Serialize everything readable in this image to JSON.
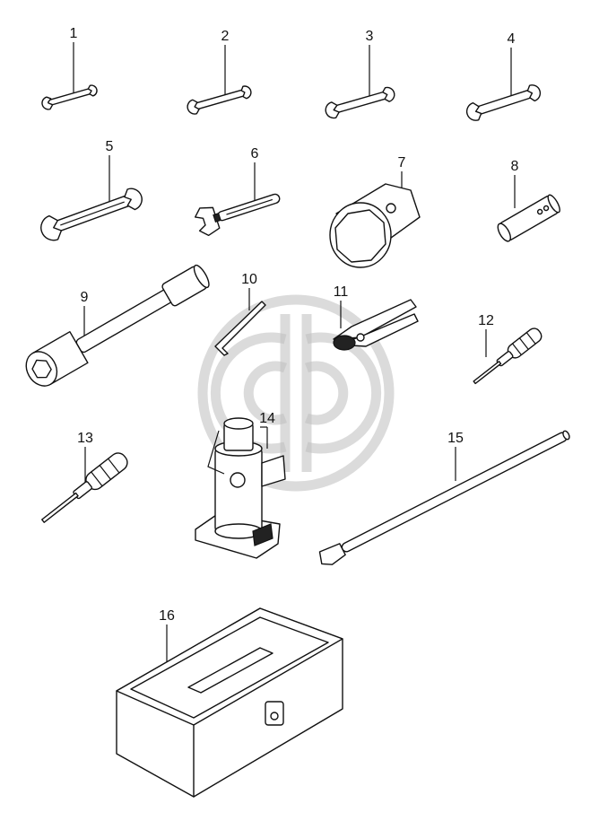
{
  "diagram": {
    "watermark_icon": "circle-cd-logo-watermark",
    "parts": [
      {
        "number": "1",
        "icon": "double-open-end-wrench-icon"
      },
      {
        "number": "2",
        "icon": "double-open-end-wrench-icon"
      },
      {
        "number": "3",
        "icon": "double-open-end-wrench-icon"
      },
      {
        "number": "4",
        "icon": "double-open-end-wrench-icon"
      },
      {
        "number": "5",
        "icon": "double-open-end-wrench-icon"
      },
      {
        "number": "6",
        "icon": "adjustable-wrench-icon"
      },
      {
        "number": "7",
        "icon": "octagonal-box-spanner-icon"
      },
      {
        "number": "8",
        "icon": "tube-socket-spanner-icon"
      },
      {
        "number": "9",
        "icon": "wheel-nut-socket-wrench-icon"
      },
      {
        "number": "10",
        "icon": "hex-key-icon"
      },
      {
        "number": "11",
        "icon": "pliers-icon"
      },
      {
        "number": "12",
        "icon": "screwdriver-icon"
      },
      {
        "number": "13",
        "icon": "screwdriver-icon"
      },
      {
        "number": "14",
        "icon": "bottle-jack-icon"
      },
      {
        "number": "15",
        "icon": "jack-handle-bar-icon"
      },
      {
        "number": "16",
        "icon": "tool-box-icon"
      }
    ]
  }
}
